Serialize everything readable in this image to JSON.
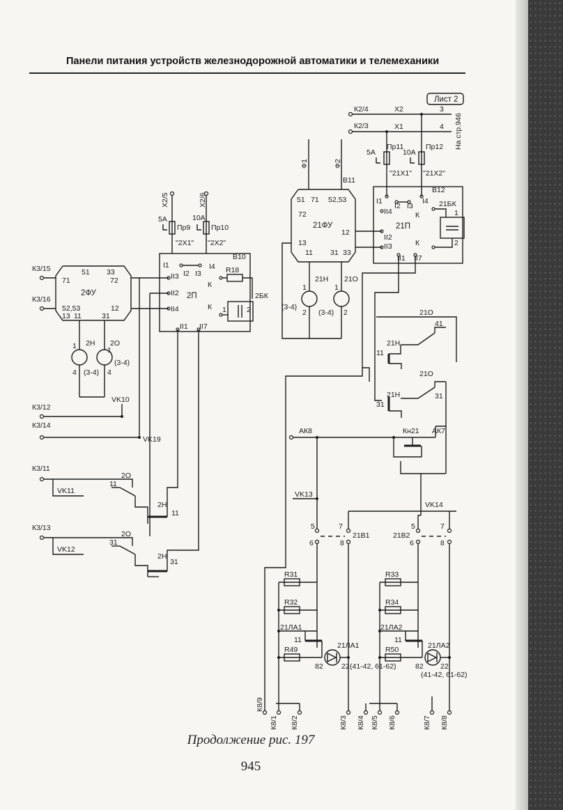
{
  "header": {
    "title": "Панели питания устройств железнодорожной автоматики и телемеханики"
  },
  "sheet": {
    "label": "Лист 2",
    "ref": "На стр.946"
  },
  "left": {
    "terminals": [
      "X2/5",
      "X2/6"
    ],
    "fuses": [
      {
        "rating": "5А",
        "name": "Пр9",
        "label": "\"2Х1\""
      },
      {
        "rating": "10А",
        "name": "Пр10",
        "label": "\"2Х2\""
      }
    ],
    "inputs": [
      "К3/15",
      "К3/16",
      "К3/12",
      "К3/14",
      "К3/11",
      "К3/13"
    ],
    "phase_unit": {
      "name": "2ФУ",
      "pins": [
        "51",
        "33",
        "72",
        "71",
        "52,53",
        "12",
        "13",
        "11",
        "31"
      ]
    },
    "lamps": [
      {
        "name": "2Н",
        "pins": [
          "1",
          "4",
          "(3-4)"
        ]
      },
      {
        "name": "2О",
        "pins": [
          "1",
          "4",
          "(3-4)"
        ]
      }
    ],
    "block": {
      "name": "2П",
      "id": "В10",
      "resistor": "R18",
      "capacitor": "2БК",
      "pins": [
        "I1",
        "I2",
        "I3",
        "I4",
        "II3",
        "II2",
        "II4",
        "К",
        "К",
        "II1",
        "II7",
        "1",
        "2"
      ]
    },
    "taps": [
      "VK10",
      "VK19",
      "VK11",
      "VK12"
    ],
    "contacts": [
      {
        "relay": "2О",
        "pin": "11"
      },
      {
        "relay": "2Н",
        "pin": "11"
      },
      {
        "relay": "2О",
        "pin": "31"
      },
      {
        "relay": "2Н",
        "pin": "31"
      }
    ]
  },
  "right": {
    "terminals": [
      "К2/4",
      "К2/3"
    ],
    "buses": [
      {
        "name": "Х2",
        "num": "3"
      },
      {
        "name": "Х1",
        "num": "4"
      }
    ],
    "fuses": [
      {
        "rating": "5А",
        "name": "Пр11",
        "label": "\"21Х1\""
      },
      {
        "rating": "10А",
        "name": "Пр12",
        "label": "\"21Х2\""
      }
    ],
    "phases": [
      "Ф1",
      "Ф2"
    ],
    "phase_unit": {
      "name": "21ФУ",
      "id": "В11",
      "pins": [
        "51",
        "71",
        "52,53",
        "72",
        "12",
        "13",
        "11",
        "31",
        "33"
      ]
    },
    "lamps": [
      {
        "name": "21Н",
        "pins": [
          "1",
          "2",
          "(3-4)"
        ]
      },
      {
        "name": "21О",
        "pins": [
          "1",
          "2",
          "(3-4)"
        ]
      }
    ],
    "block": {
      "name": "21П",
      "id": "В12",
      "capacitor": "21БК",
      "pins": [
        "I1",
        "I2",
        "I3",
        "I4",
        "II4",
        "II2",
        "II3",
        "К",
        "К",
        "II1",
        "II7",
        "1",
        "2"
      ]
    },
    "contacts": [
      {
        "relay": "21О",
        "pin": "41"
      },
      {
        "relay": "21Н",
        "pin": "11"
      },
      {
        "relay": "21О",
        "pin": "31"
      },
      {
        "relay": "21Н",
        "pin": "31"
      }
    ],
    "bus_labels": [
      "АК8",
      "Кн21",
      "АК7",
      "VK13",
      "VK14"
    ],
    "switches": [
      {
        "name": "21В1",
        "pins": [
          "5",
          "6",
          "7",
          "8"
        ]
      },
      {
        "name": "21В2",
        "pins": [
          "5",
          "6",
          "7",
          "8"
        ]
      }
    ],
    "resistors": [
      "R31",
      "R32",
      "R49",
      "R33",
      "R34",
      "R50"
    ],
    "lamp_contacts": [
      {
        "name": "21ЛА1",
        "pin": "11"
      },
      {
        "name": "21ЛА2",
        "pin": "11"
      }
    ],
    "leds": [
      {
        "name": "21ЛА1",
        "pins": [
          "82",
          "22"
        ],
        "note": "(41-42, 61-62)"
      },
      {
        "name": "21ЛА2",
        "pins": [
          "82",
          "22"
        ],
        "note": "(41-42, 61-62)"
      }
    ],
    "outputs": [
      "К8/9",
      "К8/1",
      "К8/2",
      "К8/3",
      "К8/4",
      "К8/5",
      "К8/6",
      "К8/7",
      "К8/8"
    ]
  },
  "caption": "Продолжение рис. 197",
  "page_number": "945"
}
